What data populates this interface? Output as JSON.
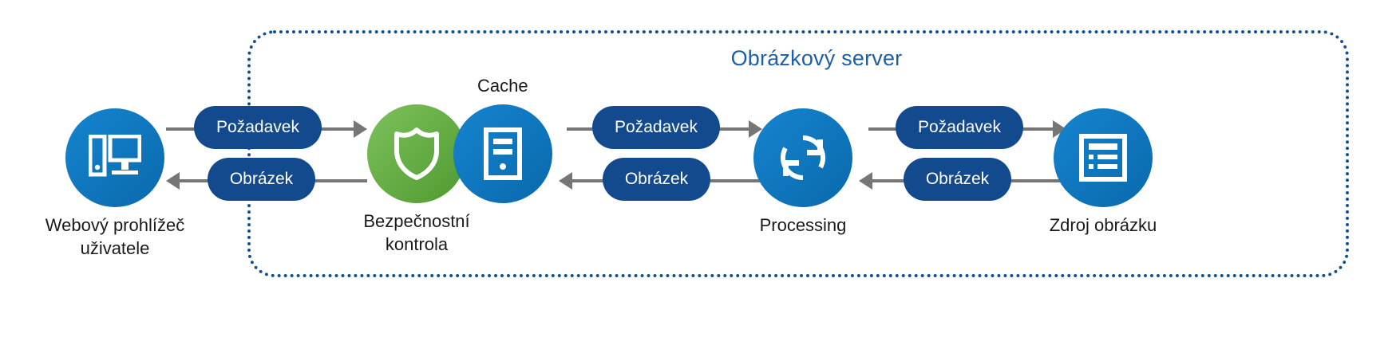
{
  "diagram": {
    "title": "Obrázkový server",
    "title_color": "#1b5fa8",
    "boundary_color": "#12538f",
    "accent_blue": "#0f74bd",
    "accent_green": "#6cb33f",
    "pill_color": "#134a8e",
    "connector_color": "#767676"
  },
  "nodes": [
    {
      "id": "browser",
      "label": "Webový prohlížeč\nuživatele",
      "icon": "desktop-computer-icon",
      "color": "#0f74bd"
    },
    {
      "id": "security",
      "label": "Bezpečnostní\nkontrola",
      "icon": "shield-icon",
      "color": "#6cb33f"
    },
    {
      "id": "cache",
      "label": "Cache",
      "icon": "server-tower-icon",
      "color": "#0f74bd"
    },
    {
      "id": "processing",
      "label": "Processing",
      "icon": "sync-refresh-icon",
      "color": "#0f74bd"
    },
    {
      "id": "image-source",
      "label": "Zdroj obrázku",
      "icon": "document-list-icon",
      "color": "#0f74bd"
    }
  ],
  "connectors": [
    {
      "id": "browser-to-security",
      "request_label": "Požadavek",
      "response_label": "Obrázek"
    },
    {
      "id": "cache-to-processing",
      "request_label": "Požadavek",
      "response_label": "Obrázek"
    },
    {
      "id": "processing-to-source",
      "request_label": "Požadavek",
      "response_label": "Obrázek"
    }
  ]
}
